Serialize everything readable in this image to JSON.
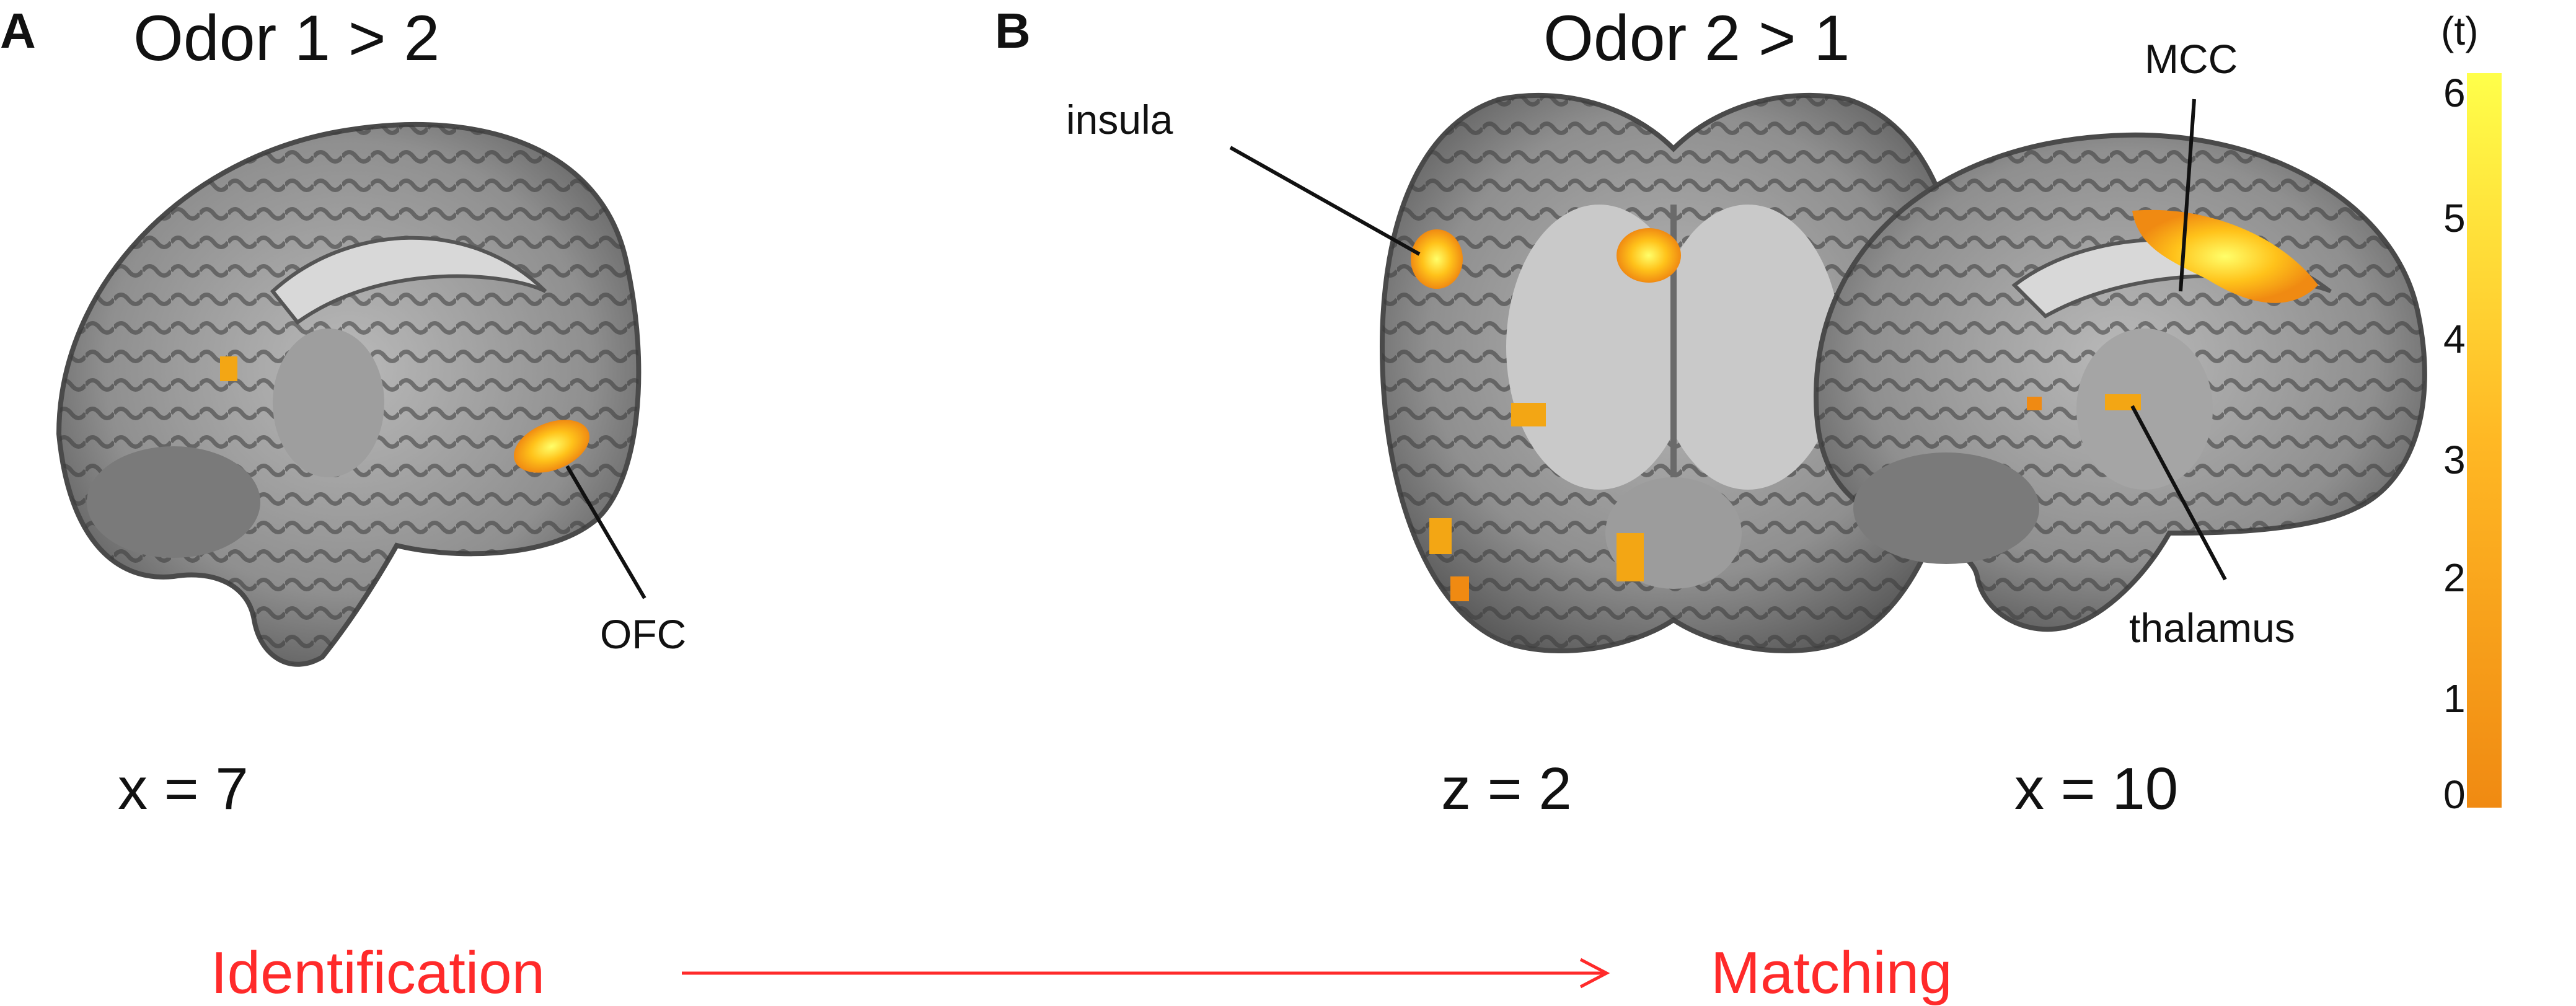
{
  "panels": [
    {
      "letter": "A",
      "title": "Odor 1 > 2",
      "coordinate": "x = 7",
      "labels": [
        "OFC"
      ]
    },
    {
      "letter": "B",
      "title": "Odor 2 > 1",
      "coordinates": [
        "z = 2",
        "x = 10"
      ],
      "labels": [
        "insula",
        "MCC",
        "thalamus"
      ]
    }
  ],
  "flow": {
    "start": "Identification",
    "end": "Matching",
    "color": "#ff2a2a"
  },
  "colorbar": {
    "unit": "(t)",
    "ticks": [
      "6",
      "5",
      "4",
      "3",
      "2",
      "1",
      "0"
    ],
    "colors": {
      "low": "#f08a12",
      "high": "#ffff4a"
    }
  }
}
